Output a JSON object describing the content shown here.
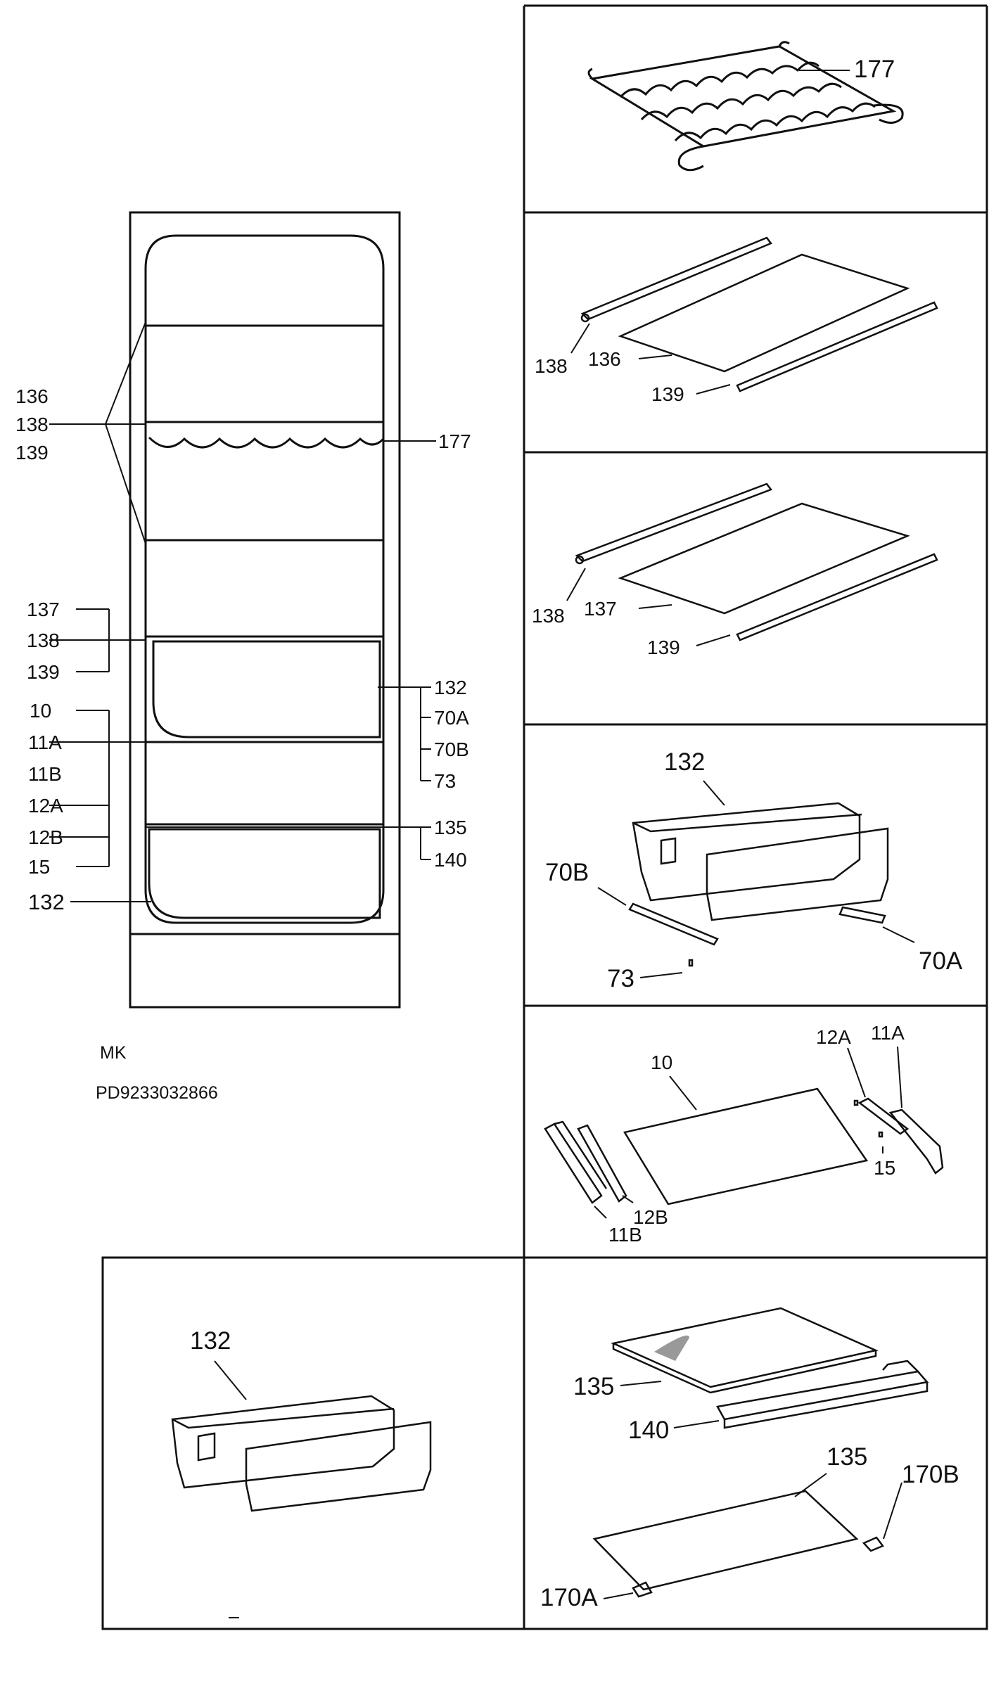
{
  "fridge_labels": {
    "l136": "136",
    "l138": "138",
    "l139": "139",
    "l177": "177",
    "l137": "137",
    "l138b": "138",
    "l139b": "139",
    "l10": "10",
    "l11A": "11A",
    "l11B": "11B",
    "l12A": "12A",
    "l12B": "12B",
    "l15": "15",
    "l132": "132",
    "l70A": "70A",
    "l70B": "70B",
    "l73": "73",
    "l135": "135",
    "l140": "140",
    "l132b": "132"
  },
  "model": {
    "name": "MK",
    "code": "PD9233032866"
  },
  "panels": {
    "wine_rack": {
      "l177": "177"
    },
    "shelf_a": {
      "l138": "138",
      "l136": "136",
      "l139": "139"
    },
    "shelf_b": {
      "l138": "138",
      "l137": "137",
      "l139": "139"
    },
    "drawer_upper": {
      "l132": "132",
      "l70B": "70B",
      "l73": "73",
      "l70A": "70A"
    },
    "glass_rails": {
      "l10": "10",
      "l12A": "12A",
      "l11A": "11A",
      "l15": "15",
      "l11B": "11B",
      "l12B": "12B"
    },
    "drawer_lower": {
      "l132": "132"
    },
    "crisper_cover": {
      "l135a": "135",
      "l140": "140",
      "l135b": "135",
      "l170B": "170B",
      "l170A": "170A"
    }
  }
}
